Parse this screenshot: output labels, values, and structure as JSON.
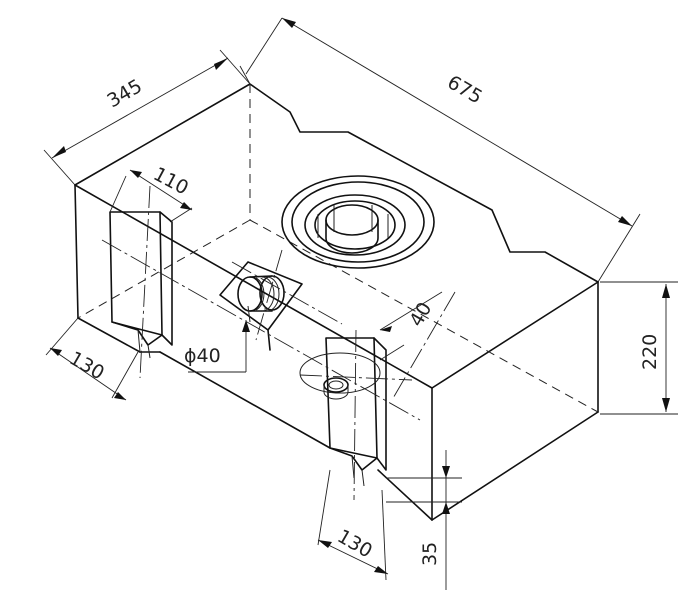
{
  "dimensions": {
    "depth": "345",
    "length": "675",
    "height": "220",
    "slot_width": "110",
    "foot_left": "130",
    "foot_right": "130",
    "foot_height": "35",
    "port_diameter": "ϕ40",
    "port_offset": "40"
  }
}
